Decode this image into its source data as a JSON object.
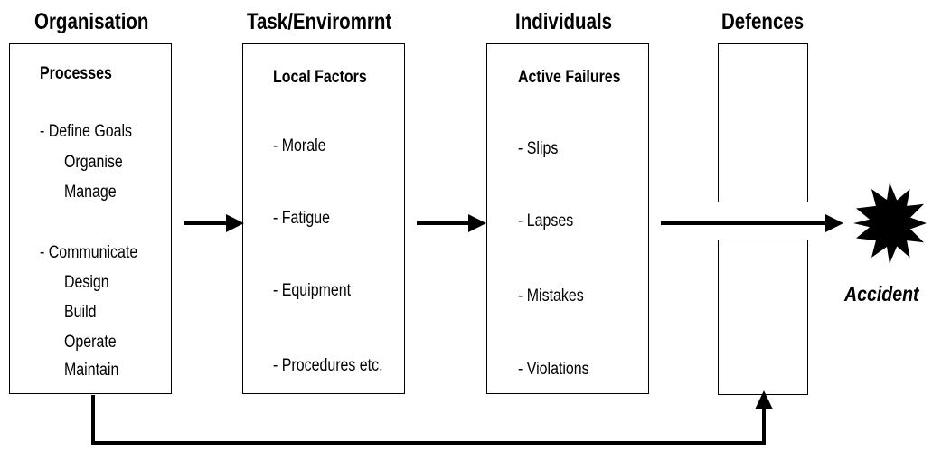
{
  "headings": {
    "organisation": "Organisation",
    "task": "Task/Enviromrnt",
    "individuals": "Individuals",
    "defences": "Defences"
  },
  "organisation_box": {
    "title": "Processes",
    "lines": [
      "- Define Goals",
      "Organise",
      "Manage",
      "- Communicate",
      "Design",
      "Build",
      "Operate",
      "Maintain"
    ]
  },
  "task_box": {
    "title": "Local Factors",
    "lines": [
      "- Morale",
      "- Fatigue",
      "- Equipment",
      "- Procedures etc."
    ]
  },
  "individuals_box": {
    "title": "Active Failures",
    "lines": [
      "- Slips",
      "- Lapses",
      "- Mistakes",
      "- Violations"
    ]
  },
  "outcome": {
    "label": "Accident",
    "icon": "starburst-icon"
  },
  "colors": {
    "stroke": "#000000",
    "background": "#ffffff"
  }
}
